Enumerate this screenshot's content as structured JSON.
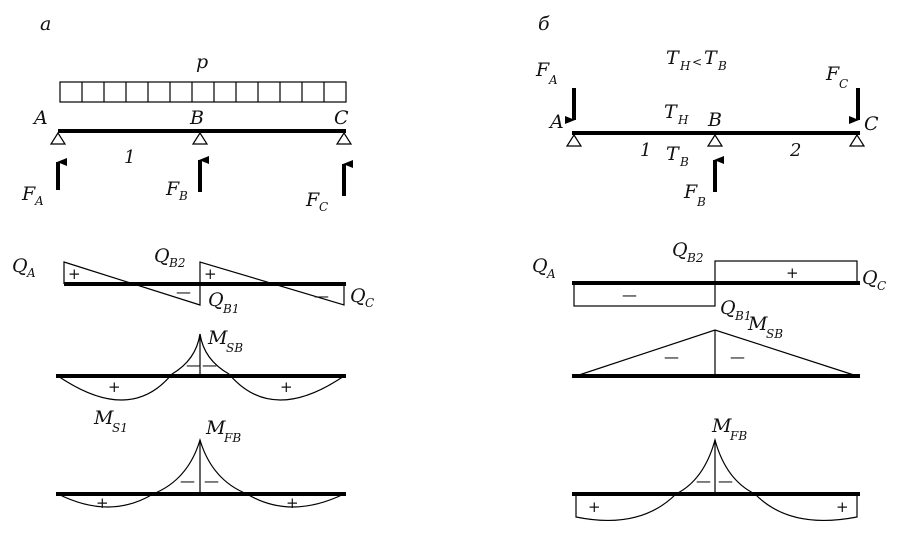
{
  "panel_a": {
    "letter": "а",
    "load": "p",
    "support_a": "A",
    "support_b": "B",
    "support_c": "C",
    "span": "1",
    "force_main": "F",
    "force_a_sub": "A",
    "force_b_sub": "B",
    "force_c_sub": "C",
    "q_main": "Q",
    "qa_sub": "A",
    "qb2_sub": "B2",
    "qb1_sub": "B1",
    "qc_sub": "C",
    "m_main": "M",
    "msb_sub": "SB",
    "ms1_sub": "S1",
    "mfb_sub": "FB",
    "plus": "+",
    "minus": "—"
  },
  "panel_b": {
    "letter": "б",
    "t_main": "T",
    "th_sub": "H",
    "tb_sub": "B",
    "relation": "<",
    "support_a": "A",
    "support_b": "B",
    "support_c": "C",
    "span1": "1",
    "span2": "2",
    "force_main": "F",
    "force_a_sub": "A",
    "force_b_sub": "B",
    "force_c_sub": "C",
    "q_main": "Q",
    "qa_sub": "A",
    "qb2_sub": "B2",
    "qb1_sub": "B1",
    "qc_sub": "C",
    "m_main": "M",
    "msb_sub": "SB",
    "mfb_sub": "FB",
    "plus": "+",
    "minus": "—"
  }
}
